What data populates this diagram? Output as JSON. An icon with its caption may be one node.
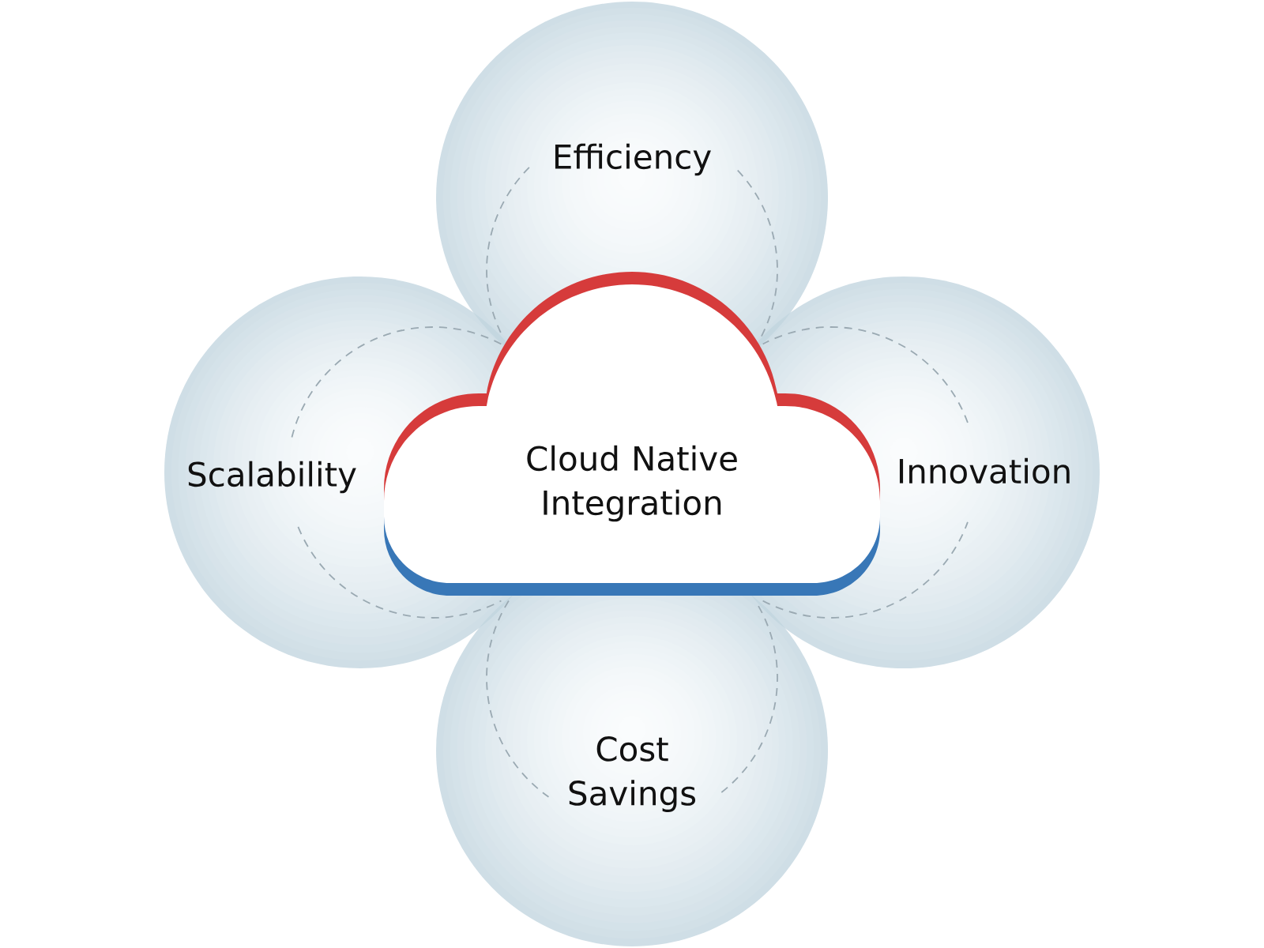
{
  "diagram": {
    "nodes": [
      {
        "text": [
          "Efficiency"
        ]
      },
      {
        "text": [
          "Scalability"
        ]
      },
      {
        "text": [
          "Cloud Native Integration"
        ]
      },
      {
        "text": [
          "Innovation"
        ]
      },
      {
        "text": [
          "Cost Savings"
        ]
      }
    ]
  }
}
